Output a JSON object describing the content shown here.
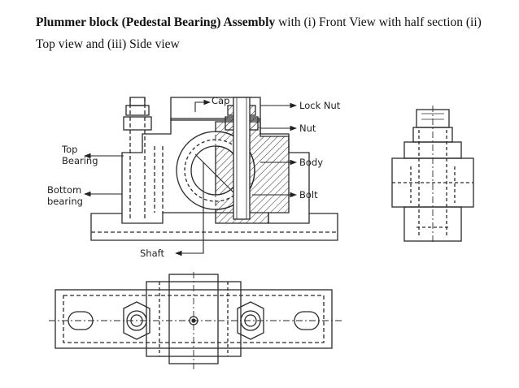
{
  "heading": {
    "bold": "Plummer block (Pedestal Bearing) Assembly",
    "rest": " with (i) Front View with half section (ii) Top view and (iii) Side view"
  },
  "labels": {
    "cap": "Cap",
    "lock_nut": "Lock Nut",
    "nut": "Nut",
    "body": "Body",
    "bolt": "Bolt",
    "top_bearing_1": "Top",
    "top_bearing_2": "Bearing",
    "bottom_bearing_1": "Bottom",
    "bottom_bearing_2": "bearing",
    "shaft": "Shaft"
  },
  "colors": {
    "line": "#2a2a2a",
    "text": "#111111"
  }
}
